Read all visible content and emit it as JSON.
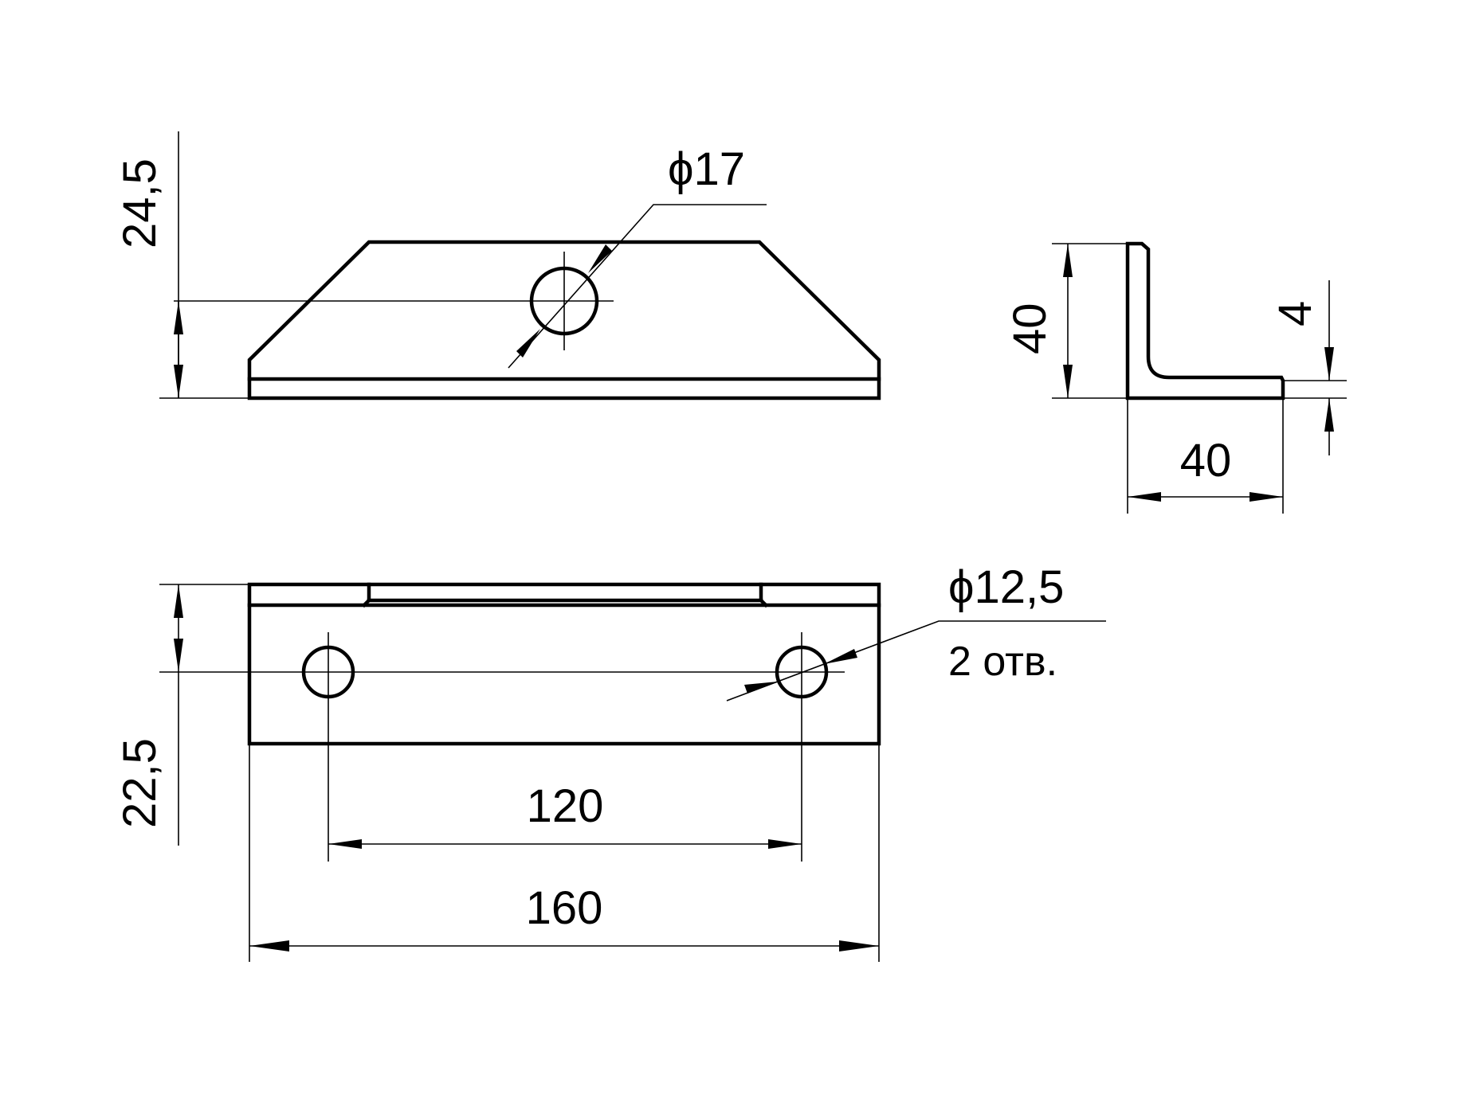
{
  "colors": {
    "line": "#000000",
    "background": "#ffffff"
  },
  "views": {
    "front": {
      "height_dim": "24,5",
      "hole_dim": "ϕ17"
    },
    "side": {
      "height_dim": "40",
      "thickness_dim": "4",
      "width_dim": "40"
    },
    "top": {
      "depth_dim": "22,5",
      "hole_dim": "ϕ12,5",
      "hole_count_note": "2 отв.",
      "hole_spacing_dim": "120",
      "overall_length_dim": "160"
    }
  }
}
